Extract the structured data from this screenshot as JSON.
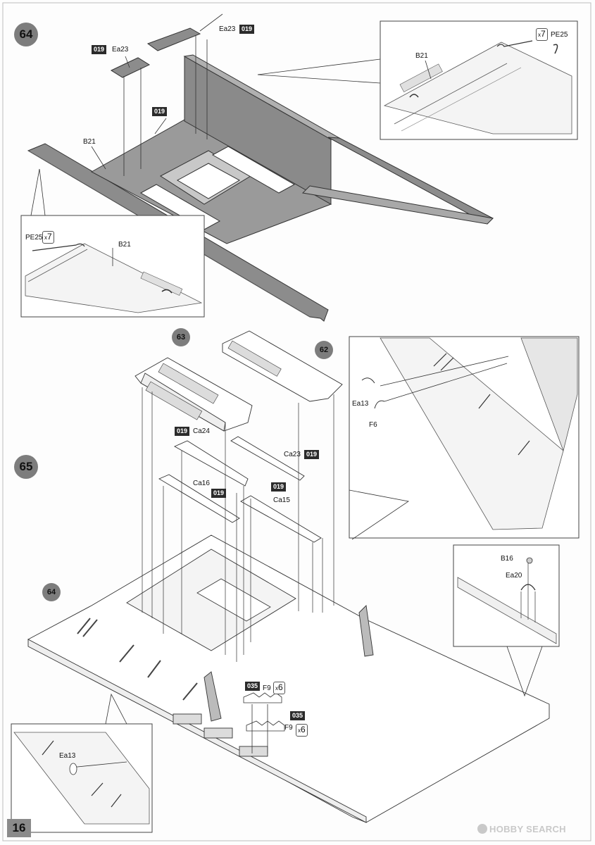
{
  "page": {
    "number": "16"
  },
  "steps": {
    "step_64": "64",
    "step_65": "65"
  },
  "subassemblies": {
    "s63": "63",
    "s62": "62",
    "s64": "64"
  },
  "labels": {
    "ea23_left": "Ea23",
    "ea23_right": "Ea23",
    "b21_main": "B21",
    "b21_detail_right": "B21",
    "b21_detail_left": "B21",
    "pe25_right": "PE25",
    "pe25_left": "PE25",
    "ca24": "Ca24",
    "ca23": "Ca23",
    "ca16": "Ca16",
    "ca15": "Ca15",
    "ea13_detail": "Ea13",
    "f6": "F6",
    "b16": "B16",
    "ea20": "Ea20",
    "f9_a": "F9",
    "f9_b": "F9",
    "ea13_bottom": "Ea13"
  },
  "sprue_codes": {
    "ea23_left": "019",
    "ea23_right": "019",
    "step64_center": "019",
    "ca24": "019",
    "ca23": "019",
    "ca16": "019",
    "ca15": "019",
    "f9_a": "035",
    "f9_b": "035"
  },
  "quantities": {
    "pe25_right": "7",
    "pe25_left": "7",
    "f9_a": "6",
    "f9_b": "6",
    "multiplier": "x"
  },
  "watermark": {
    "text": "HOBBY SEARCH"
  },
  "colors": {
    "gray_part": "#8c8c8c",
    "gray_light": "#b5b5b5",
    "badge": "#7d7d7d",
    "code_bg": "#2b2b2b"
  }
}
